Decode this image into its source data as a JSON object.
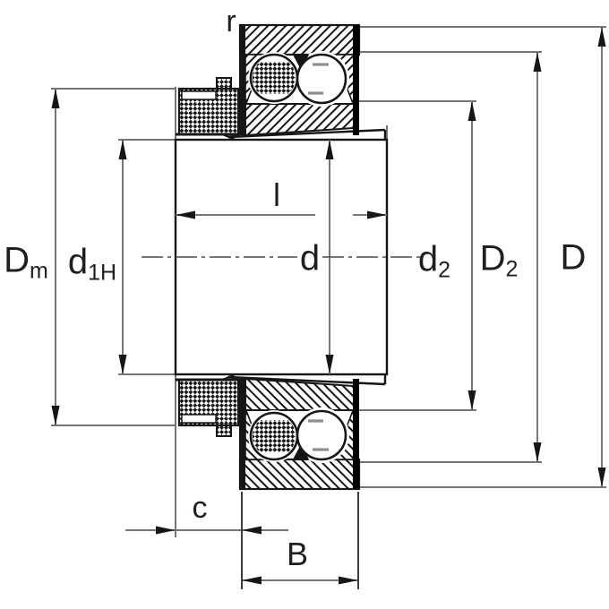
{
  "drawing": {
    "kind": "bearing-sectional-technical-drawing",
    "subject": "self-aligning ball bearing with adapter sleeve and locknut",
    "colors": {
      "background": "#ffffff",
      "outline": "#161616",
      "dimension_line": "#757575",
      "extension_line_dark": "#3d3d3d",
      "label_text": "#1f1f1f",
      "ball_highlight": "#8f8f8f"
    },
    "labels": {
      "r": {
        "main": "r",
        "sub": ""
      },
      "Dm": {
        "main": "D",
        "sub": "m"
      },
      "d1H": {
        "main": "d",
        "sub": "1H"
      },
      "l": {
        "main": "l",
        "sub": ""
      },
      "d": {
        "main": "d",
        "sub": ""
      },
      "d2": {
        "main": "d",
        "sub": "2"
      },
      "D2": {
        "main": "D",
        "sub": "2"
      },
      "D": {
        "main": "D",
        "sub": ""
      },
      "c": {
        "main": "c",
        "sub": ""
      },
      "B": {
        "main": "B",
        "sub": ""
      }
    }
  }
}
